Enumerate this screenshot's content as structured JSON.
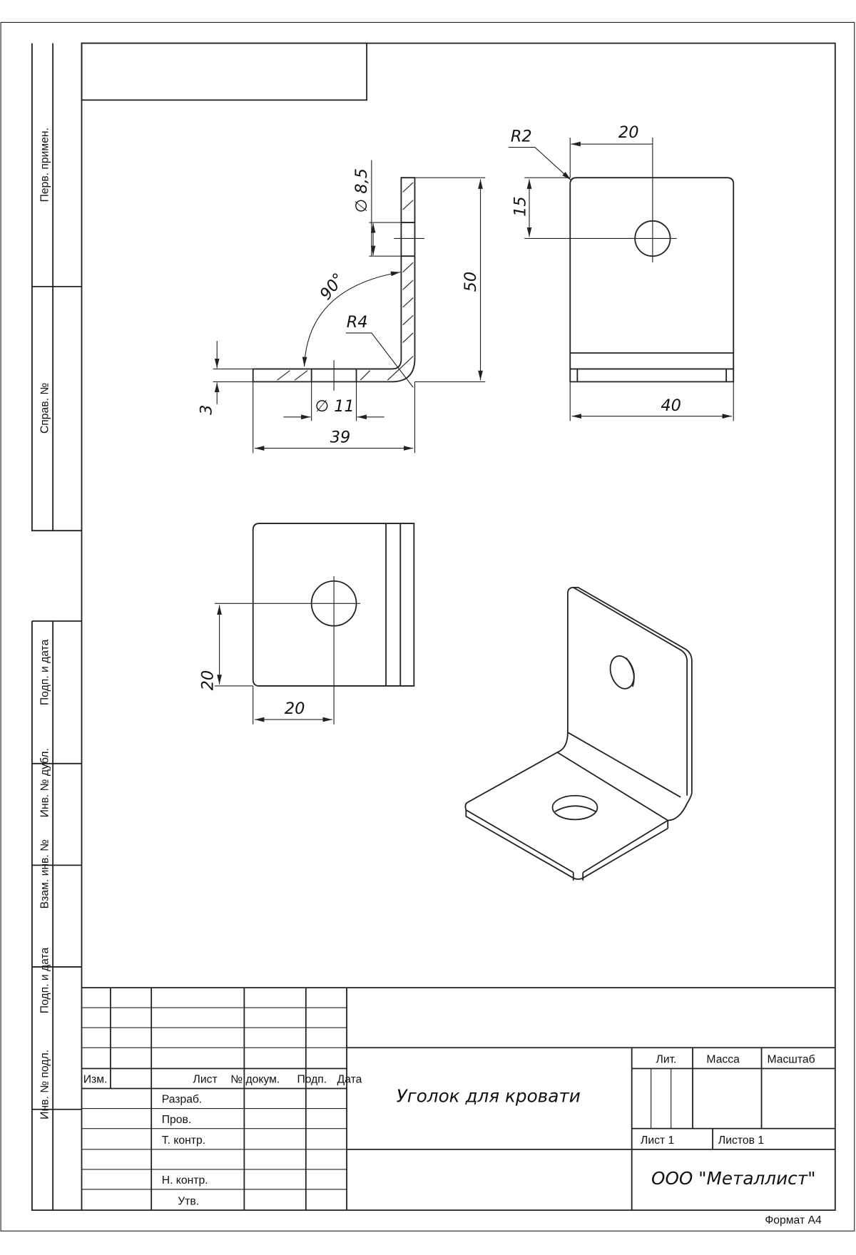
{
  "side_strip": {
    "perv_primen": "Перв. примен.",
    "sprav_no": "Справ. №",
    "podp_data_1": "Подп. и дата",
    "inv_dubl": "Инв. № дубл.",
    "vzam_inv": "Взам. инв. №",
    "podp_data_2": "Подп. и дата",
    "inv_podl": "Инв. № подл."
  },
  "dimensions": {
    "hole_small": "∅ 8,5",
    "angle": "90°",
    "bend_radius": "R4",
    "thickness": "3",
    "hole_large": "∅ 11",
    "flange_length": "39",
    "height": "50",
    "corner_radius": "R2",
    "hole_offset_x": "20",
    "hole_offset_y": "15",
    "width": "40",
    "top_hole_y": "20",
    "top_hole_x": "20"
  },
  "title_block": {
    "izm": "Изм.",
    "list": "Лист",
    "doc_no": "№ докум.",
    "podp": "Подп.",
    "data": "Дата",
    "razrab": "Разраб.",
    "prov": "Пров.",
    "t_kontr": "Т. контр.",
    "n_kontr": "Н. контр.",
    "utv": "Утв.",
    "title": "Уголок для кровати",
    "lit": "Лит.",
    "massa": "Масса",
    "masshtab": "Масштаб",
    "sheet": "Лист 1",
    "sheets": "Листов 1",
    "company": "ООО \"Металлист\"",
    "format": "Формат А4"
  }
}
